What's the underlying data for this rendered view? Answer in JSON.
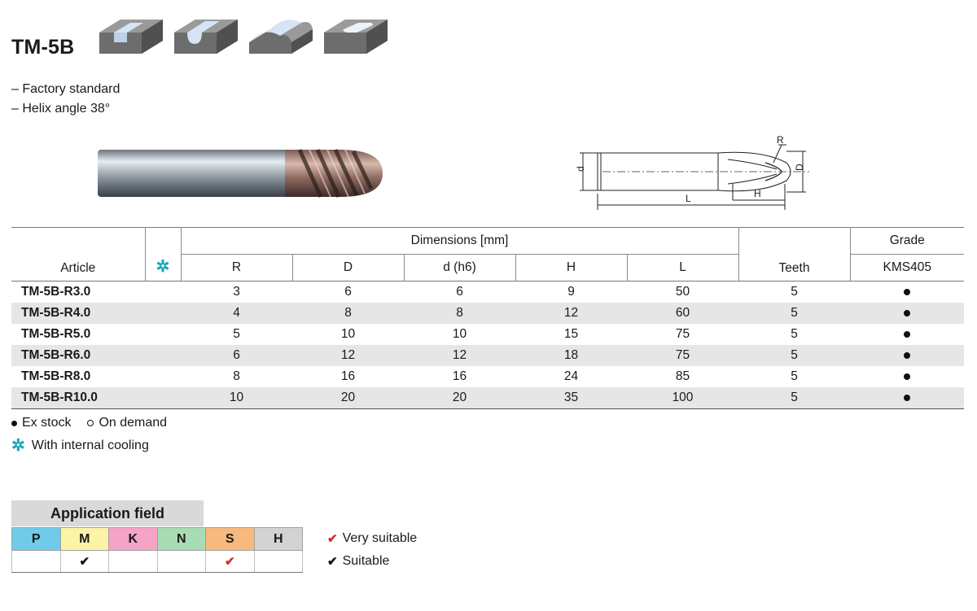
{
  "product": {
    "title": "TM-5B",
    "features": [
      "– Factory standard",
      "– Helix angle 38°"
    ]
  },
  "shape_icons": [
    "slot-shape-icon",
    "u-groove-shape-icon",
    "convex-profile-shape-icon",
    "pocket-shape-icon"
  ],
  "drawing": {
    "labels": {
      "R": "R",
      "D": "D",
      "d": "d",
      "L": "L",
      "H": "H"
    }
  },
  "table": {
    "header_article": "Article",
    "header_dimensions": "Dimensions [mm]",
    "header_grade": "Grade",
    "header_teeth": "Teeth",
    "grade_name": "KMS405",
    "cooling_symbol": "✲",
    "columns": [
      "R",
      "D",
      "d (h6)",
      "H",
      "L"
    ],
    "rows": [
      {
        "article": "TM-5B-R3.0",
        "R": "3",
        "D": "6",
        "d": "6",
        "H": "9",
        "L": "50",
        "teeth": "5",
        "stock": "ex-stock"
      },
      {
        "article": "TM-5B-R4.0",
        "R": "4",
        "D": "8",
        "d": "8",
        "H": "12",
        "L": "60",
        "teeth": "5",
        "stock": "ex-stock"
      },
      {
        "article": "TM-5B-R5.0",
        "R": "5",
        "D": "10",
        "d": "10",
        "H": "15",
        "L": "75",
        "teeth": "5",
        "stock": "ex-stock"
      },
      {
        "article": "TM-5B-R6.0",
        "R": "6",
        "D": "12",
        "d": "12",
        "H": "18",
        "L": "75",
        "teeth": "5",
        "stock": "ex-stock"
      },
      {
        "article": "TM-5B-R8.0",
        "R": "8",
        "D": "16",
        "d": "16",
        "H": "24",
        "L": "85",
        "teeth": "5",
        "stock": "ex-stock"
      },
      {
        "article": "TM-5B-R10.0",
        "R": "10",
        "D": "20",
        "d": "20",
        "H": "35",
        "L": "100",
        "teeth": "5",
        "stock": "ex-stock"
      }
    ]
  },
  "legend": {
    "ex_stock": "Ex stock",
    "on_demand": "On demand",
    "cooling": "With internal cooling"
  },
  "application": {
    "title": "Application field",
    "materials": [
      {
        "code": "P",
        "color": "#6fcbe9",
        "mark": ""
      },
      {
        "code": "M",
        "color": "#fdf3a6",
        "mark": "suitable"
      },
      {
        "code": "K",
        "color": "#f5a3c7",
        "mark": ""
      },
      {
        "code": "N",
        "color": "#a8dcb4",
        "mark": ""
      },
      {
        "code": "S",
        "color": "#f7b97d",
        "mark": "very-suitable"
      },
      {
        "code": "H",
        "color": "#d3d3d3",
        "mark": ""
      }
    ],
    "very_suitable": "Very suitable",
    "suitable": "Suitable",
    "very_suitable_color": "#d62b2b",
    "suitable_color": "#111111"
  }
}
